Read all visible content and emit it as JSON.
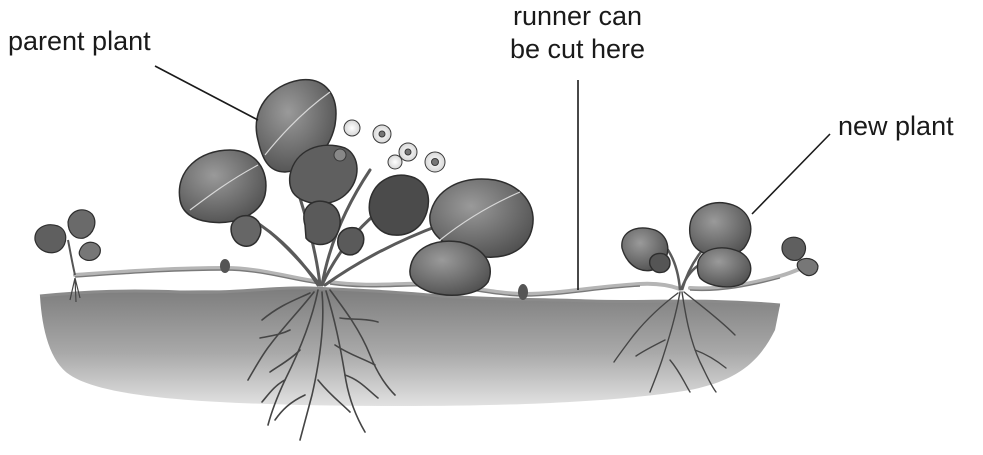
{
  "labels": {
    "parent_plant": "parent plant",
    "runner_line1": "runner can",
    "runner_line2": "be cut here",
    "new_plant": "new plant"
  },
  "colors": {
    "soil_top": "#7d7d7d",
    "soil_bottom": "#d7d7d7",
    "leaf": "#6c6c6c",
    "leaf_dark": "#3d3d3d",
    "runner": "#bdbdbd",
    "root": "#4a4a4a",
    "text": "#1a1a1a"
  }
}
